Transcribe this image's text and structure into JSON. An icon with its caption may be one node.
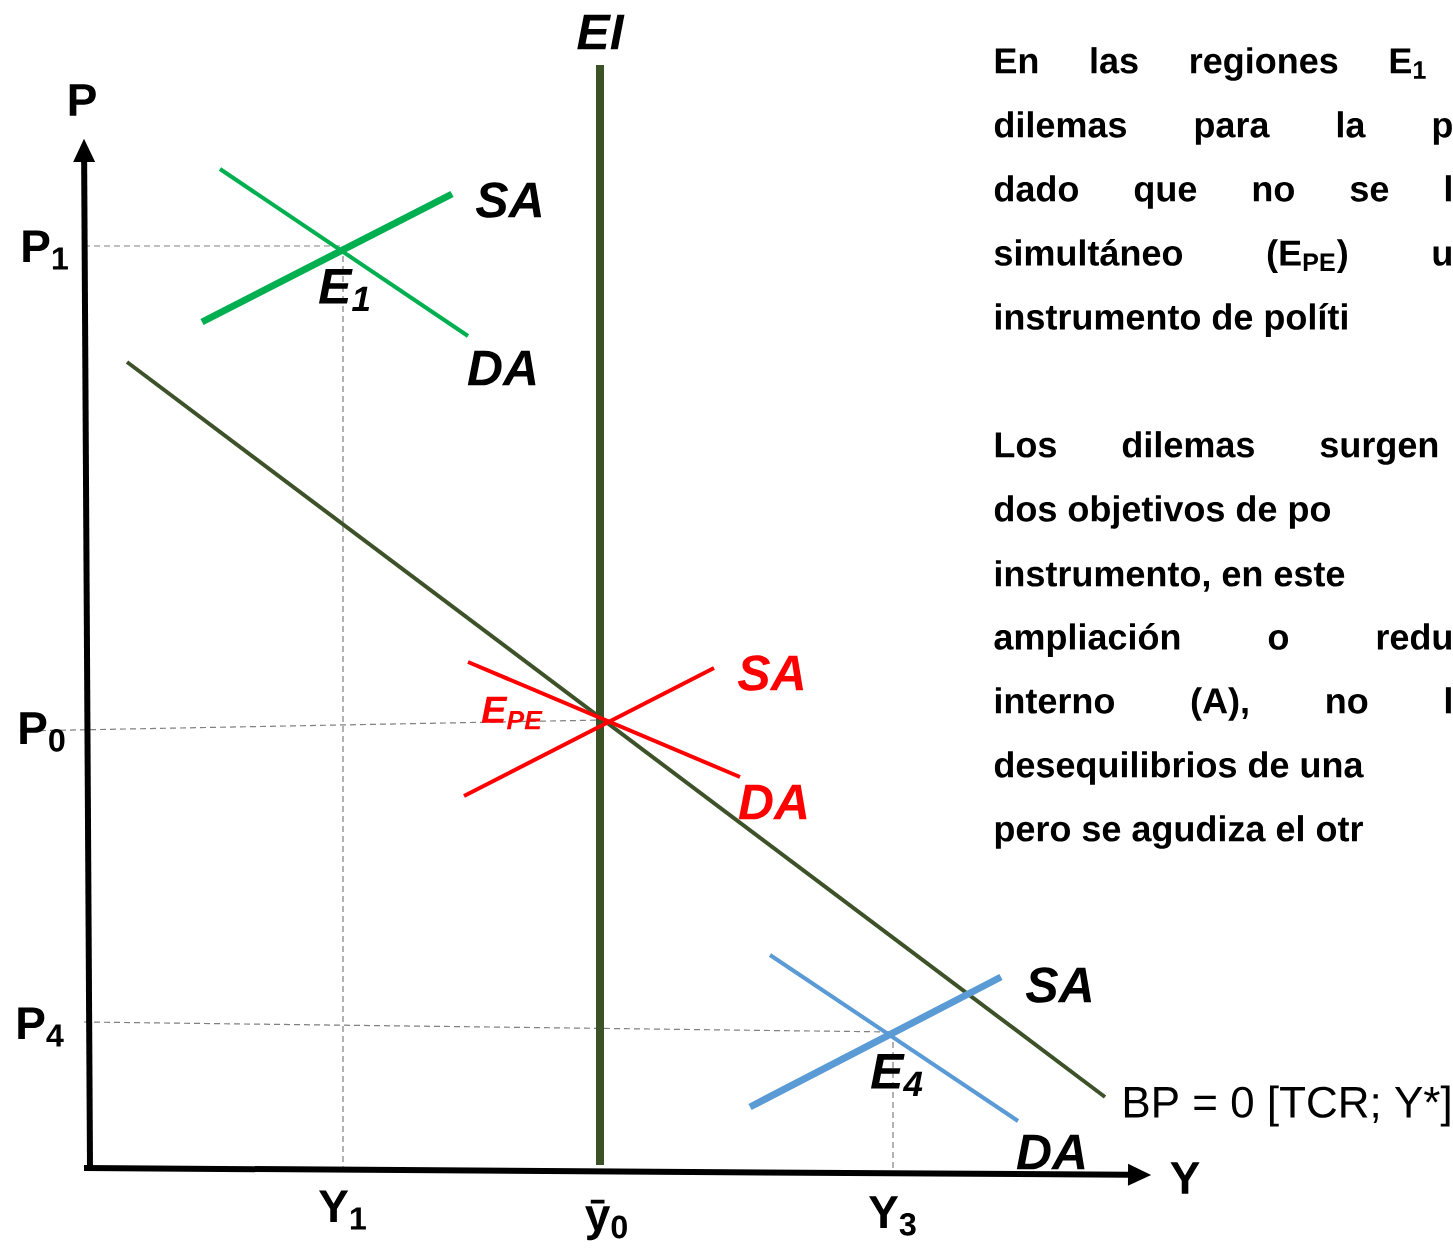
{
  "diagram": {
    "labels": [
      "EI",
      "P",
      "P$_{1}$",
      "SA",
      "E$_{1}$",
      "DA",
      "P$_{0}$",
      "E$_{PE}$",
      "SA",
      "DA",
      "P$_{4}$",
      "SA",
      "E$_{4}$",
      "BP = 0 [TCR; Y*]",
      "DA",
      "Y",
      "Y$_{1}$",
      "ȳ$_{0}$",
      "Y$_{3}$",
      "En las regiones E$_{1}$",
      "dilemas para la p",
      "dado que no se l",
      "simultáneo (E$_{PE}$) u",
      "instrumento de políti",
      "Los dilemas surgen",
      "dos objetivos de po",
      "instrumento, en este",
      "ampliación o redu",
      "interno (A), no l",
      "desequilibrios de una",
      "pero se agudiza el otr"
    ]
  }
}
